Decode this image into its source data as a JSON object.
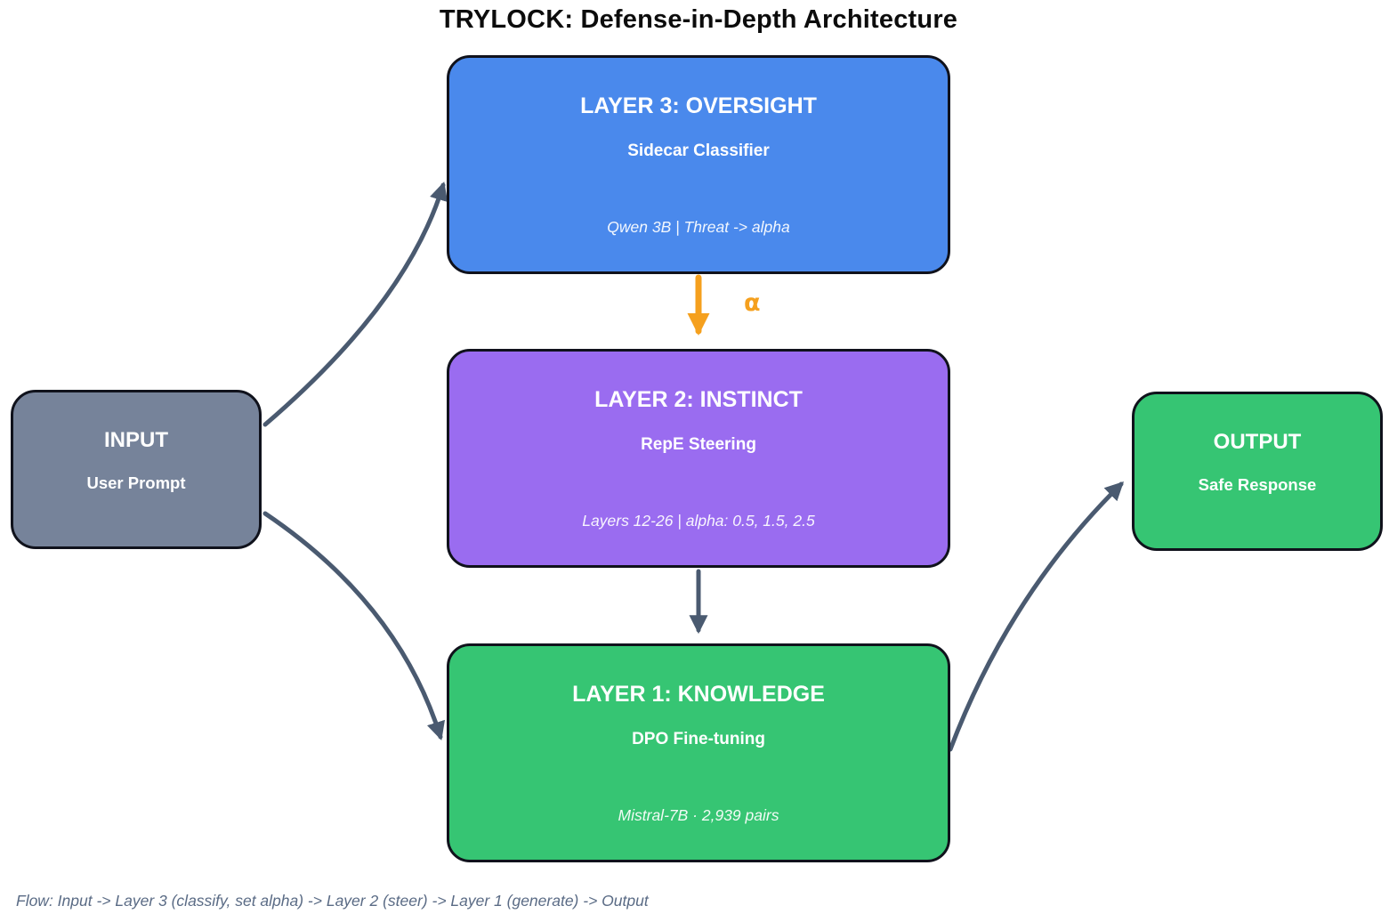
{
  "title": "TRYLOCK: Defense-in-Depth Architecture",
  "nodes": {
    "layer3": {
      "heading": "LAYER 3: OVERSIGHT",
      "subheading": "Sidecar Classifier",
      "detail": "Qwen 3B | Threat -> alpha",
      "color": "#4a89ec"
    },
    "layer2": {
      "heading": "LAYER 2: INSTINCT",
      "subheading": "RepE Steering",
      "detail": "Layers 12-26 | alpha: 0.5, 1.5, 2.5",
      "color": "#9a6cf0"
    },
    "layer1": {
      "heading": "LAYER 1: KNOWLEDGE",
      "subheading": "DPO Fine-tuning",
      "detail": "Mistral-7B · 2,939 pairs",
      "color": "#36c573"
    },
    "input": {
      "heading": "INPUT",
      "subheading": "User Prompt",
      "color": "#76839a"
    },
    "output": {
      "heading": "OUTPUT",
      "subheading": "Safe Response",
      "color": "#36c573"
    }
  },
  "edges": {
    "arrow_color": "#4a5a70",
    "alpha_color": "#f5a01e",
    "alpha_label": "α"
  },
  "caption": "Flow: Input -> Layer 3 (classify, set alpha) -> Layer 2 (steer) -> Layer 1 (generate) -> Output"
}
